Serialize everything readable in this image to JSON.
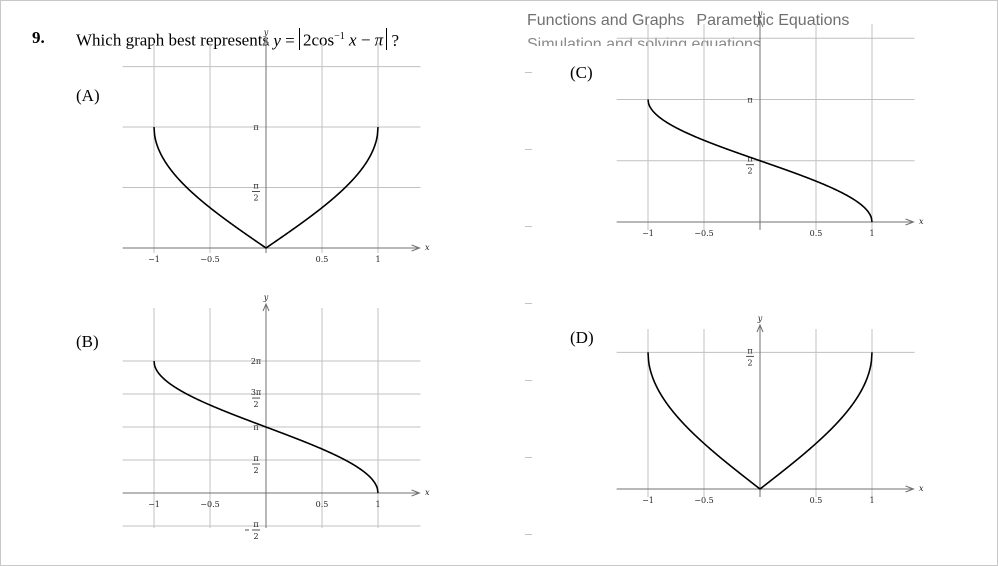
{
  "question": {
    "number": "9.",
    "text": "Which graph best represents",
    "equation": {
      "lhs": "y",
      "equals": "=",
      "coef": "2",
      "func": "cos",
      "exponent": "−1",
      "arg": "x",
      "minus": "−",
      "const": "π",
      "tail": "?"
    }
  },
  "header": {
    "title_left": "Functions and Graphs",
    "title_right": "Parametric Equations",
    "subtitle": "Simulation and solving equations"
  },
  "graphs": [
    {
      "label": "(A)",
      "axis_x": "x",
      "axis_y": "y",
      "x_ticks": [
        "−1",
        "−0.5",
        "0.5",
        "1"
      ],
      "y_ticks": [
        {
          "value": "π",
          "type": "plain"
        },
        {
          "num": "π",
          "den": "2",
          "type": "frac"
        }
      ]
    },
    {
      "label": "(B)",
      "axis_x": "x",
      "axis_y": "y",
      "x_ticks": [
        "−1",
        "−0.5",
        "0.5",
        "1"
      ],
      "y_ticks": [
        {
          "value": "2π",
          "type": "plain"
        },
        {
          "num": "3π",
          "den": "2",
          "type": "frac"
        },
        {
          "value": "π",
          "type": "plain"
        },
        {
          "num": "π",
          "den": "2",
          "type": "frac"
        },
        {
          "num": "π",
          "den": "2",
          "type": "frac-neg"
        }
      ]
    },
    {
      "label": "(C)",
      "axis_x": "x",
      "axis_y": "y",
      "x_ticks": [
        "−1",
        "−0.5",
        "0.5",
        "1"
      ],
      "y_ticks": [
        {
          "value": "π",
          "type": "plain"
        },
        {
          "num": "π",
          "den": "2",
          "type": "frac"
        }
      ]
    },
    {
      "label": "(D)",
      "axis_x": "x",
      "axis_y": "y",
      "x_ticks": [
        "−1",
        "−0.5",
        "0.5",
        "1"
      ],
      "y_ticks": [
        {
          "num": "π",
          "den": "2",
          "type": "frac"
        }
      ]
    }
  ],
  "colors": {
    "curve": "#000000",
    "grid": "#c0c0c0",
    "header_text": "#6f6f6f"
  }
}
